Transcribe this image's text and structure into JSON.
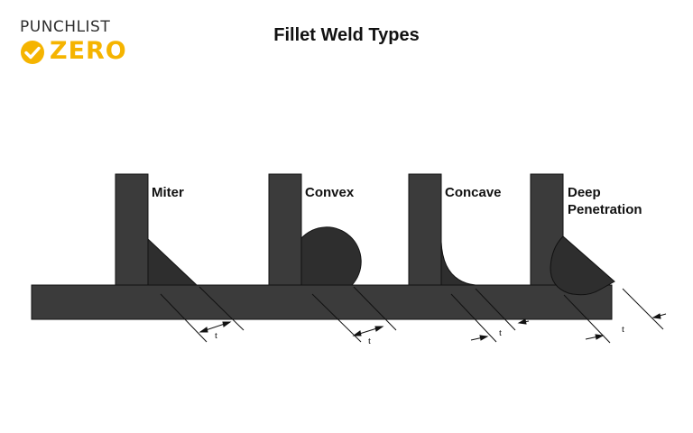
{
  "logo": {
    "line1": "PUNCHLIST",
    "line2": "ZERO",
    "accent": "#f5b400",
    "icon": "check-circle-icon"
  },
  "title": "Fillet Weld Types",
  "colors": {
    "steel": "#3b3b3b",
    "weld": "#2e2e2e",
    "outline": "#111111"
  },
  "welds": [
    {
      "label_lines": [
        "Miter"
      ],
      "dimension_label": "t"
    },
    {
      "label_lines": [
        "Convex"
      ],
      "dimension_label": "t"
    },
    {
      "label_lines": [
        "Concave"
      ],
      "dimension_label": "t"
    },
    {
      "label_lines": [
        "Deep",
        "Penetration"
      ],
      "dimension_label": "t"
    }
  ]
}
